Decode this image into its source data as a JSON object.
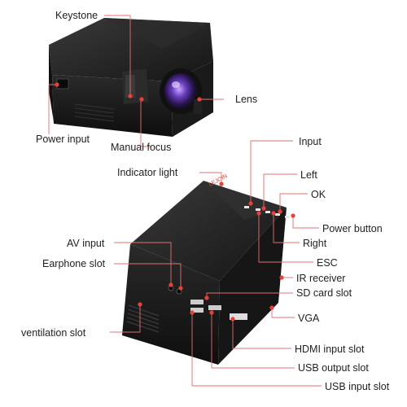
{
  "diagram": {
    "top_view_labels": {
      "keystone": "Keystone",
      "lens": "Lens",
      "power_input": "Power input",
      "manual_focus": "Manual focus"
    },
    "bottom_view_labels": {
      "input": "Input",
      "indicator_light": "Indicator light",
      "left": "Left",
      "ok": "OK",
      "power_button": "Power button",
      "right": "Right",
      "av_input": "AV input",
      "earphone_slot": "Earphone slot",
      "esc": "ESC",
      "ir_receiver": "IR receiver",
      "sd_card_slot": "SD card slot",
      "vga": "VGA",
      "ventilation_slot": "ventilation slot",
      "hdmi_input_slot": "HDMI input slot",
      "usb_output_slot": "USB output slot",
      "usb_input_slot": "USB input slot"
    },
    "brand_text": "LEJOIN",
    "colors": {
      "leader_line": "#e07070",
      "dot": "#e8413a",
      "body": "#1c1c1c",
      "text": "#222222"
    }
  }
}
